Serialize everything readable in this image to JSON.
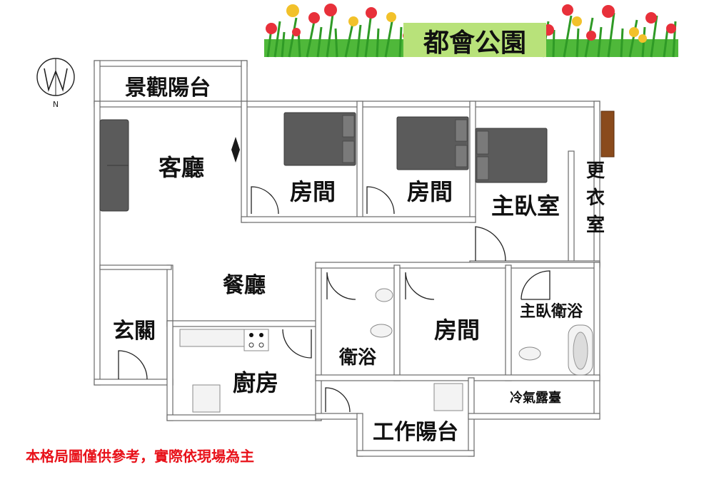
{
  "banner": {
    "title": "都會公園"
  },
  "compass": {
    "north_label": "N"
  },
  "rooms": {
    "view_balcony": "景觀陽台",
    "living_room": "客廳",
    "bedroom_a": "房間",
    "bedroom_b": "房間",
    "master_bedroom": "主臥室",
    "walk_in_closet": "更衣室",
    "dining_room": "餐廳",
    "entrance": "玄關",
    "bathroom": "衛浴",
    "bedroom_c": "房間",
    "master_bathroom": "主臥衛浴",
    "kitchen": "廚房",
    "ac_terrace": "冷氣露臺",
    "utility_balcony": "工作陽台"
  },
  "disclaimer": "本格局圖僅供參考，實際依現場為主",
  "colors": {
    "disclaimer": "#e8121a",
    "grass": "#3aa82e",
    "flower_red": "#e8303a",
    "flower_yellow": "#f2c12a",
    "furniture": "#5b5b5b"
  }
}
